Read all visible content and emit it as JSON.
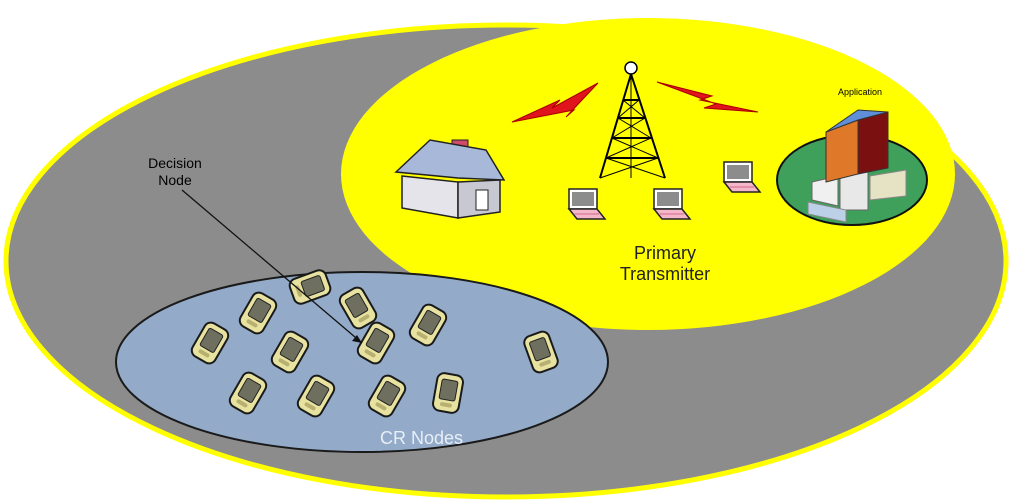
{
  "labels": {
    "decision_node": [
      "Decision",
      "Node"
    ],
    "primary_transmitter": [
      "Primary",
      "Transmitter"
    ],
    "application": "Application",
    "cr_nodes": "CR Nodes"
  },
  "colors": {
    "outer_region": "#8c8c8c",
    "outer_border": "#ffff00",
    "primary_region": "#ffff00",
    "cr_region": "#93abc9",
    "cr_border": "#1a1a1a",
    "lightning": "#e0141c",
    "device_body": "#d9d38a",
    "device_screen": "#6e6e5e"
  },
  "icons": [
    "tower-icon",
    "house-icon",
    "laptop-icon",
    "building-icon",
    "lightning-icon",
    "pda-icon"
  ]
}
